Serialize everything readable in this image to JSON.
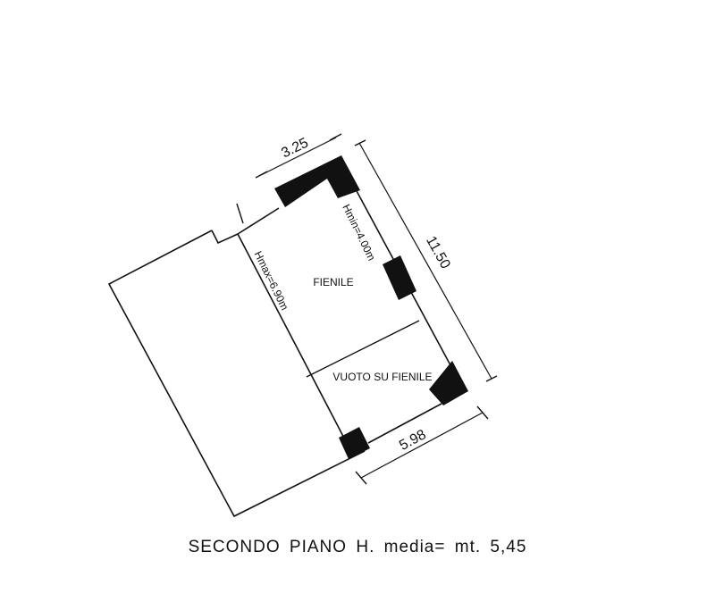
{
  "plan": {
    "dimensions": {
      "top_width": "3.25",
      "right_length": "11.50",
      "bottom_width": "5.98"
    },
    "room_labels": {
      "main_room": "FIENILE",
      "void_room": "VUOTO SU FIENILE"
    },
    "height_labels": {
      "min_height": "Hmin=4.00m",
      "max_height": "Hmax=6.90m"
    }
  },
  "caption": {
    "floor_name": "SECONDO PIANO",
    "height_prefix": "H. media=",
    "unit": "mt.",
    "value": "5,45"
  },
  "colors": {
    "line": "#111111",
    "wall_fill": "#111111",
    "background": "#ffffff"
  }
}
